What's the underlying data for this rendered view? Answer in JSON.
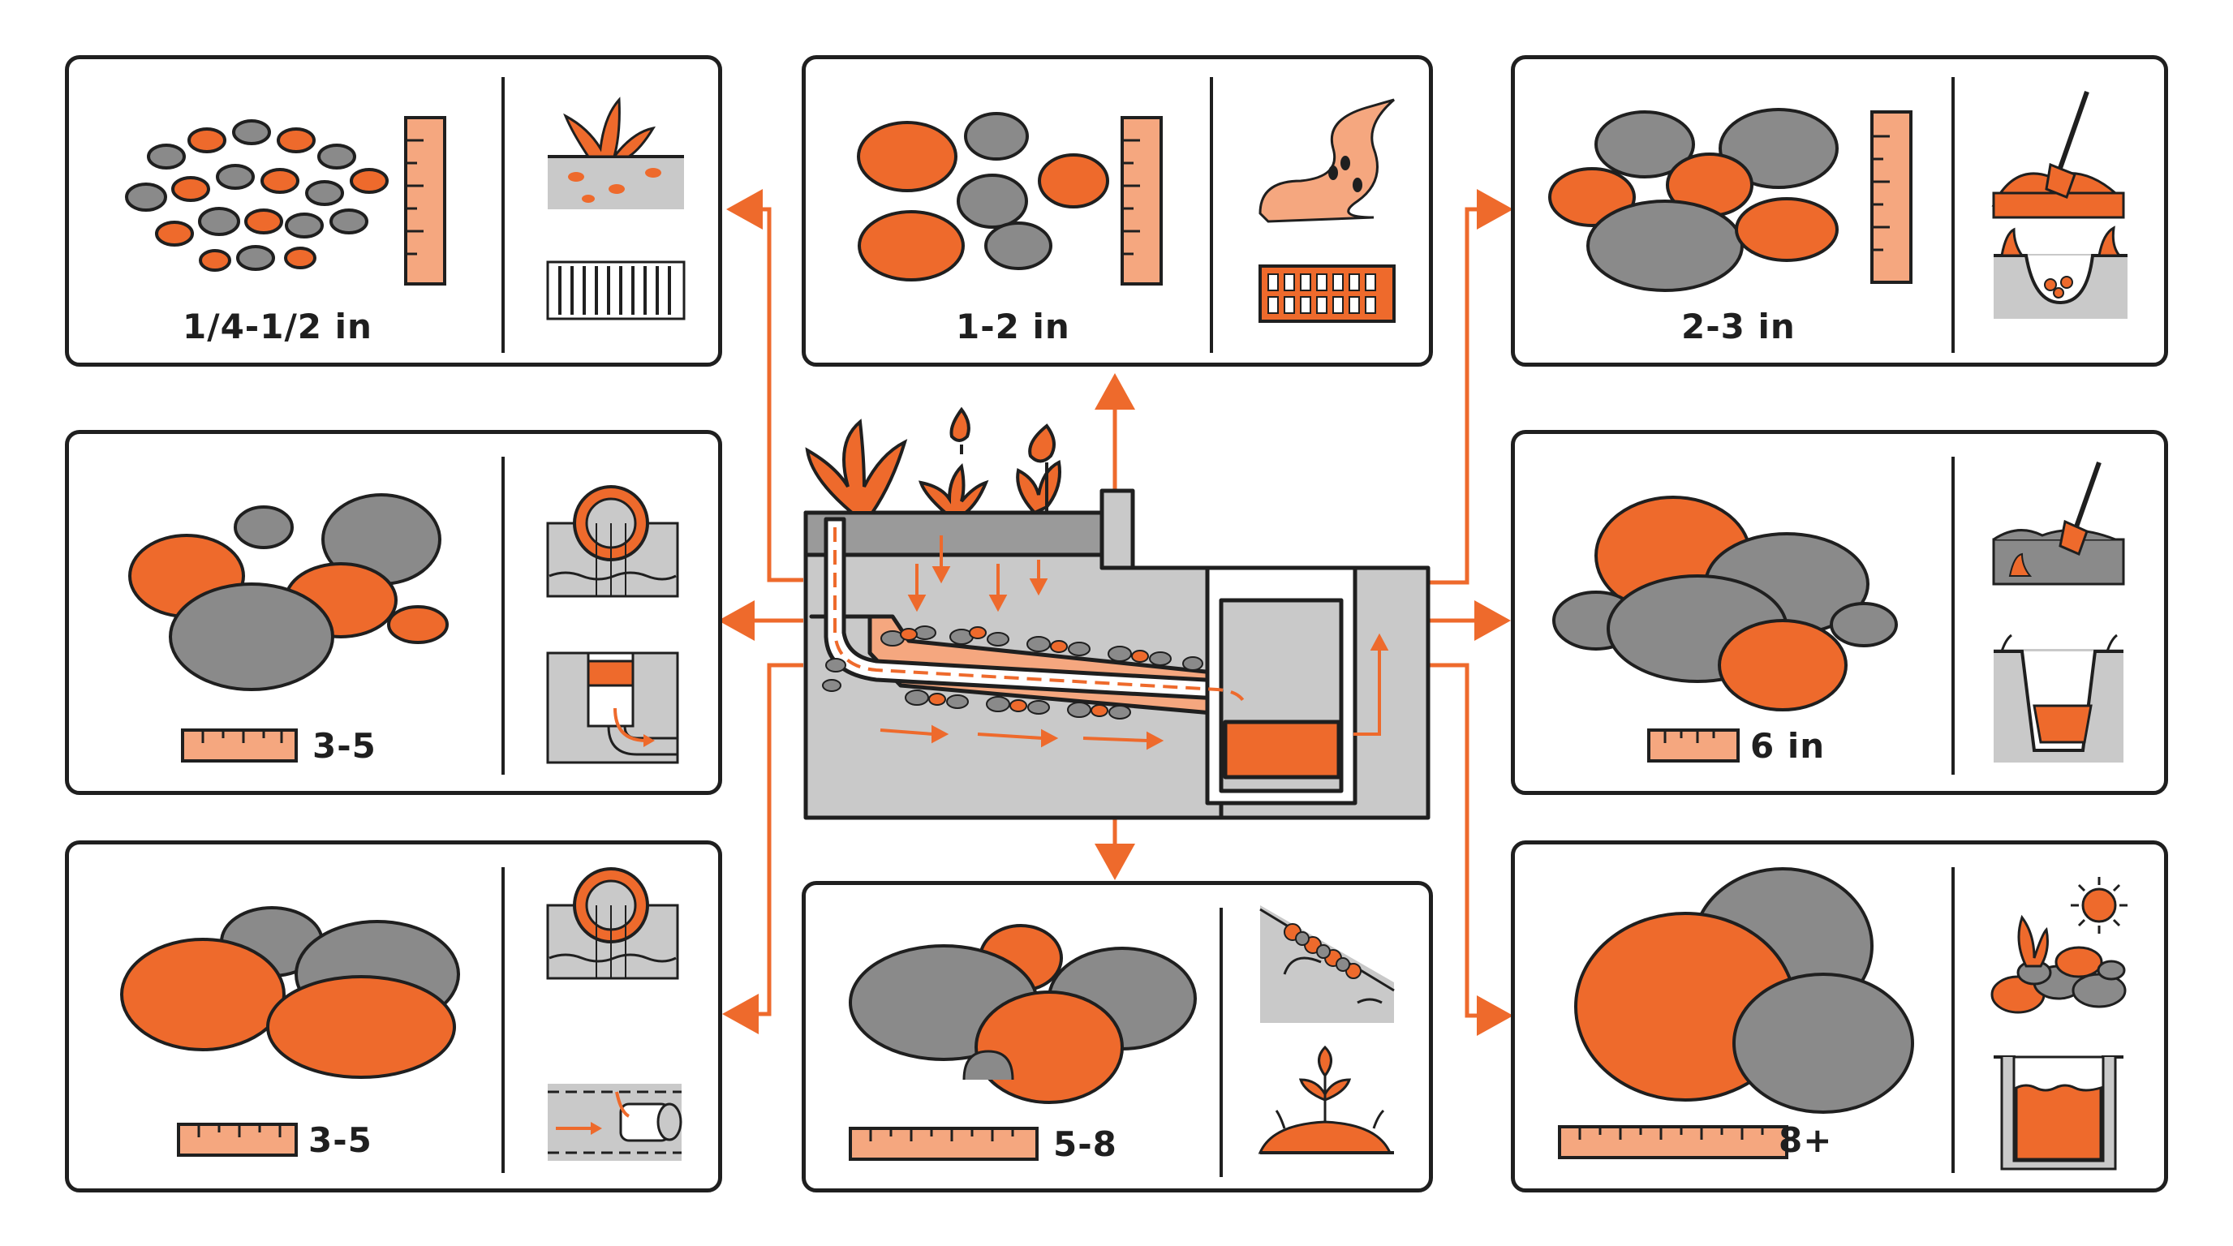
{
  "colors": {
    "accent": "#ee6a2c",
    "accent_light": "#f5a77f",
    "stone_gray": "#8a8a8a",
    "ground_gray": "#c9c9c9",
    "outline": "#1f1f1f",
    "background": "#ffffff"
  },
  "panels": [
    {
      "id": "p1",
      "label": "1/4-1/2 in",
      "stone_icon": "pea-gravel-icon",
      "use_icons": [
        "plant-bed-gravel-icon",
        "drain-grate-icon"
      ]
    },
    {
      "id": "p2",
      "label": "1-2 in",
      "stone_icon": "river-rock-small-icon",
      "use_icons": [
        "garden-path-icon",
        "paver-grid-icon"
      ]
    },
    {
      "id": "p3",
      "label": "2-3 in",
      "stone_icon": "river-rock-medium-icon",
      "use_icons": [
        "shovel-soil-icon",
        "swale-trench-icon"
      ]
    },
    {
      "id": "p4",
      "label": "3-5",
      "stone_icon": "cobble-stone-icon",
      "use_icons": [
        "culvert-outlet-icon",
        "downspout-drain-icon"
      ]
    },
    {
      "id": "p5",
      "label": "6 in",
      "stone_icon": "large-cobble-icon",
      "use_icons": [
        "shovel-bed-icon",
        "dry-well-pit-icon"
      ]
    },
    {
      "id": "p6",
      "label": "3-5",
      "stone_icon": "cobble-stone-icon",
      "use_icons": [
        "culvert-outlet-icon",
        "pipe-outlet-icon"
      ]
    },
    {
      "id": "p7",
      "label": "5-8",
      "stone_icon": "boulder-small-icon",
      "use_icons": [
        "slope-erosion-icon",
        "planter-mound-icon"
      ]
    },
    {
      "id": "p8",
      "label": "8+",
      "stone_icon": "boulder-large-icon",
      "use_icons": [
        "rock-garden-sun-icon",
        "retention-basin-icon"
      ]
    }
  ],
  "center_icon": "drainage-cross-section-icon"
}
